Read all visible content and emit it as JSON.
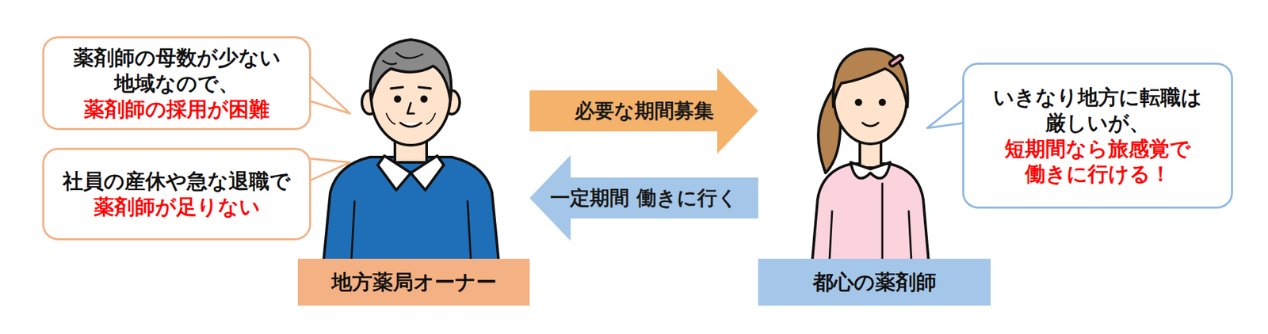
{
  "diagram": {
    "nodes": [
      {
        "text": [
          "薬剤師の母数が少ない 地域なので、",
          "薬剤師の採用が困難"
        ]
      },
      {
        "text": [
          "社員の産休や急な退職で",
          "薬剤師が足りない"
        ]
      },
      {
        "text": [
          "地方薬局オーナー"
        ]
      },
      {
        "text": [
          "都心の薬剤師"
        ]
      },
      {
        "text": [
          "いきなり地方に転職は 厳しいが、",
          "短期間なら旅感覚で 働きに行ける！"
        ]
      }
    ],
    "edges": [
      {
        "from": 2,
        "to": 3,
        "label": "必要な期間募集",
        "arrow": "to"
      },
      {
        "from": 3,
        "to": 2,
        "label": "一定期間 働きに行く",
        "arrow": "to"
      }
    ]
  }
}
